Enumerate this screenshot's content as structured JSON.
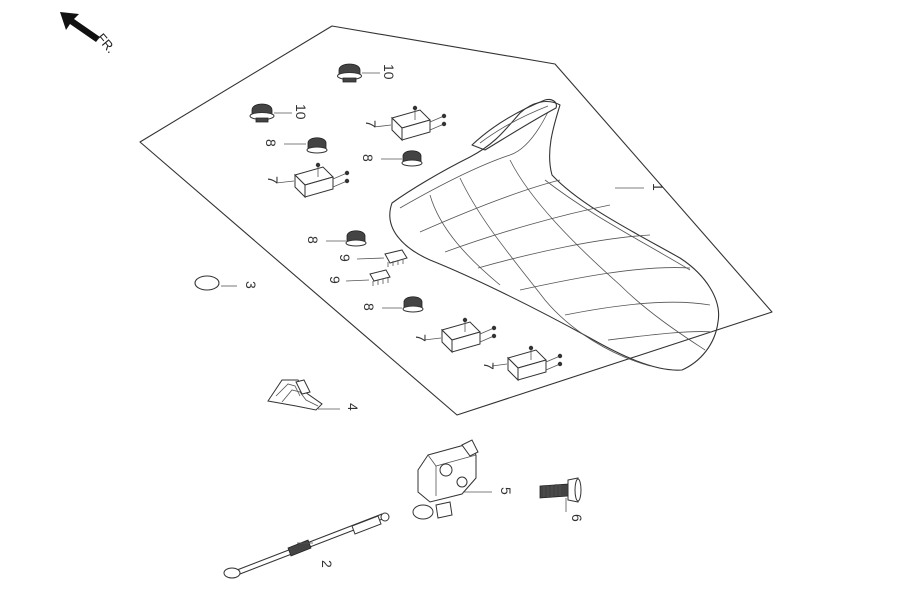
{
  "direction": {
    "text": "FR.",
    "icon": "arrow-forward-icon"
  },
  "callouts": [
    {
      "id": "c1",
      "text": "1"
    },
    {
      "id": "c2",
      "text": "2"
    },
    {
      "id": "c3",
      "text": "3"
    },
    {
      "id": "c4",
      "text": "4"
    },
    {
      "id": "c5",
      "text": "5"
    },
    {
      "id": "c6",
      "text": "6"
    },
    {
      "id": "c7a",
      "text": "7"
    },
    {
      "id": "c7b",
      "text": "7"
    },
    {
      "id": "c7c",
      "text": "7"
    },
    {
      "id": "c7d",
      "text": "7"
    },
    {
      "id": "c8a",
      "text": "8"
    },
    {
      "id": "c8b",
      "text": "8"
    },
    {
      "id": "c8c",
      "text": "8"
    },
    {
      "id": "c8d",
      "text": "8"
    },
    {
      "id": "c9a",
      "text": "9"
    },
    {
      "id": "c9b",
      "text": "9"
    },
    {
      "id": "c10a",
      "text": "10"
    },
    {
      "id": "c10b",
      "text": "10"
    }
  ]
}
